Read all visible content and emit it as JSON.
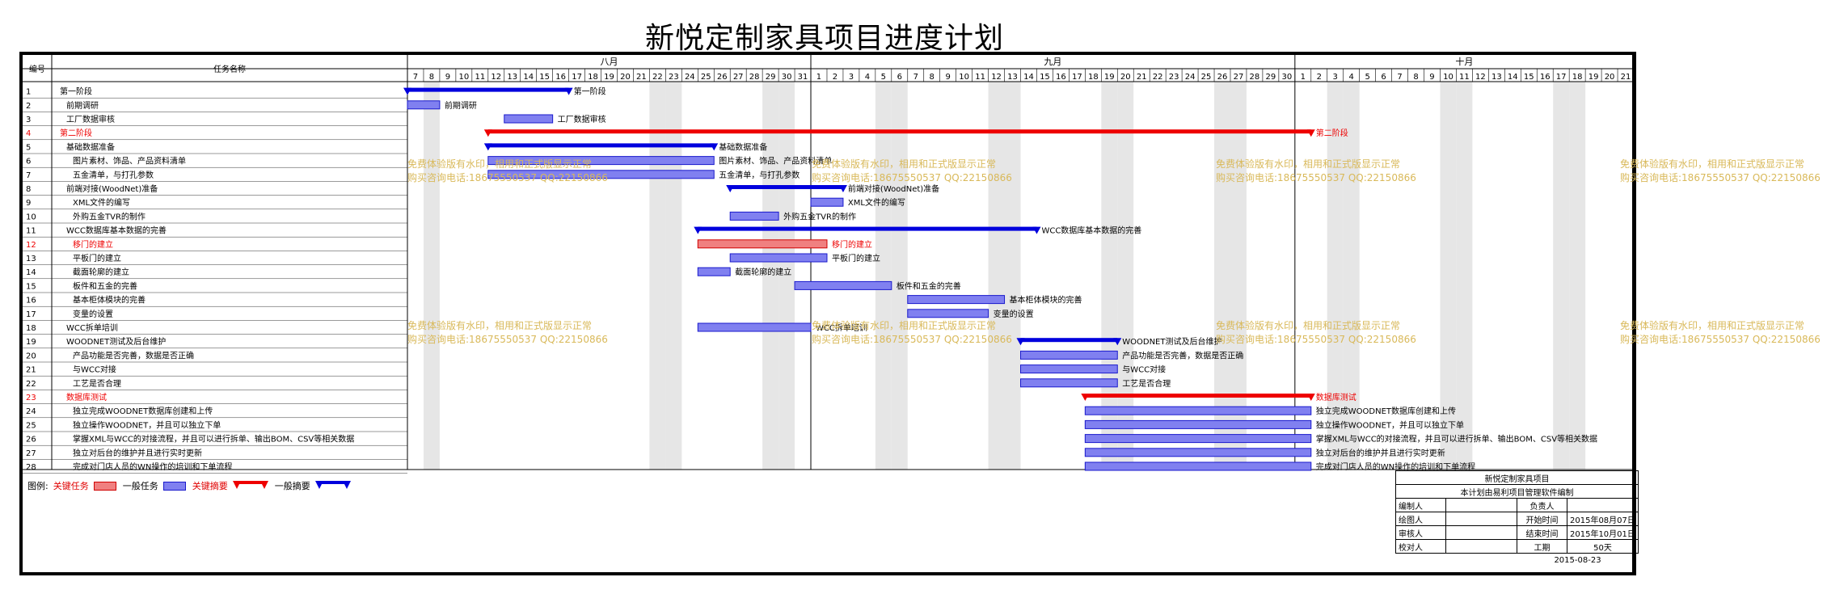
{
  "title": "新悦定制家具项目进度计划",
  "columns": {
    "id": "编号",
    "name": "任务名称"
  },
  "months": [
    {
      "label": "八月",
      "start": 7,
      "end": 31,
      "weekends": [
        8,
        22,
        23,
        29,
        30
      ]
    },
    {
      "label": "九月",
      "start": 1,
      "end": 30,
      "weekends": [
        5,
        6,
        12,
        13,
        19,
        20,
        26,
        27
      ]
    },
    {
      "label": "十月",
      "start": 1,
      "end": 21,
      "weekends": [
        3,
        4,
        10,
        11,
        17,
        18
      ]
    }
  ],
  "watermark": {
    "line1": "免费体验版有水印，相用和正式版显示正常",
    "line2": "购买咨询电话:18675550537 QQ:22150866"
  },
  "chart_data": {
    "type": "gantt",
    "title": "新悦定制家具项目进度计划",
    "date_range": [
      "2015-08-07",
      "2015-10-21"
    ],
    "tasks": [
      {
        "id": "1",
        "name": "第一阶段",
        "indent": 0,
        "kind": "summary",
        "critical": false,
        "start": "2015-08-07",
        "end": "2015-08-16"
      },
      {
        "id": "2",
        "name": "前期调研",
        "indent": 1,
        "kind": "task",
        "critical": false,
        "start": "2015-08-07",
        "end": "2015-08-08"
      },
      {
        "id": "3",
        "name": "工厂数据审核",
        "indent": 1,
        "kind": "task",
        "critical": false,
        "start": "2015-08-13",
        "end": "2015-08-15"
      },
      {
        "id": "4",
        "name": "第二阶段",
        "indent": 0,
        "kind": "summary",
        "critical": true,
        "start": "2015-08-12",
        "end": "2015-10-01"
      },
      {
        "id": "5",
        "name": "基础数据准备",
        "indent": 1,
        "kind": "summary",
        "critical": false,
        "start": "2015-08-12",
        "end": "2015-08-25"
      },
      {
        "id": "6",
        "name": "图片素材、饰品、产品资料清单",
        "indent": 2,
        "kind": "task",
        "critical": false,
        "start": "2015-08-12",
        "end": "2015-08-25"
      },
      {
        "id": "7",
        "name": "五金清单，与打孔参数",
        "indent": 2,
        "kind": "task",
        "critical": false,
        "start": "2015-08-12",
        "end": "2015-08-25"
      },
      {
        "id": "8",
        "name": "前端对接(WoodNet)准备",
        "indent": 1,
        "kind": "summary",
        "critical": false,
        "start": "2015-08-27",
        "end": "2015-09-02"
      },
      {
        "id": "9",
        "name": "XML文件的编写",
        "indent": 2,
        "kind": "task",
        "critical": false,
        "start": "2015-09-01",
        "end": "2015-09-02"
      },
      {
        "id": "10",
        "name": "外购五金TVR的制作",
        "indent": 2,
        "kind": "task",
        "critical": false,
        "start": "2015-08-27",
        "end": "2015-08-29"
      },
      {
        "id": "11",
        "name": "WCC数据库基本数据的完善",
        "indent": 1,
        "kind": "summary",
        "critical": false,
        "start": "2015-08-25",
        "end": "2015-09-14"
      },
      {
        "id": "12",
        "name": "移门的建立",
        "indent": 2,
        "kind": "task",
        "critical": true,
        "start": "2015-08-25",
        "end": "2015-09-01"
      },
      {
        "id": "13",
        "name": "平板门的建立",
        "indent": 2,
        "kind": "task",
        "critical": false,
        "start": "2015-08-27",
        "end": "2015-09-01"
      },
      {
        "id": "14",
        "name": "截面轮廓的建立",
        "indent": 2,
        "kind": "task",
        "critical": false,
        "start": "2015-08-25",
        "end": "2015-08-26"
      },
      {
        "id": "15",
        "name": "板件和五金的完善",
        "indent": 2,
        "kind": "task",
        "critical": false,
        "start": "2015-08-31",
        "end": "2015-09-05"
      },
      {
        "id": "16",
        "name": "基本柜体模块的完善",
        "indent": 2,
        "kind": "task",
        "critical": false,
        "start": "2015-09-07",
        "end": "2015-09-12"
      },
      {
        "id": "17",
        "name": "变量的设置",
        "indent": 2,
        "kind": "task",
        "critical": false,
        "start": "2015-09-07",
        "end": "2015-09-11"
      },
      {
        "id": "18",
        "name": "WCC拆单培训",
        "indent": 1,
        "kind": "task",
        "critical": false,
        "start": "2015-08-25",
        "end": "2015-08-31"
      },
      {
        "id": "19",
        "name": "WOODNET测试及后台维护",
        "indent": 1,
        "kind": "summary",
        "critical": false,
        "start": "2015-09-14",
        "end": "2015-09-19"
      },
      {
        "id": "20",
        "name": "产品功能是否完善，数据是否正确",
        "indent": 2,
        "kind": "task",
        "critical": false,
        "start": "2015-09-14",
        "end": "2015-09-19"
      },
      {
        "id": "21",
        "name": "与WCC对接",
        "indent": 2,
        "kind": "task",
        "critical": false,
        "start": "2015-09-14",
        "end": "2015-09-19"
      },
      {
        "id": "22",
        "name": "工艺是否合理",
        "indent": 2,
        "kind": "task",
        "critical": false,
        "start": "2015-09-14",
        "end": "2015-09-19"
      },
      {
        "id": "23",
        "name": "数据库测试",
        "indent": 1,
        "kind": "summary",
        "critical": true,
        "start": "2015-09-18",
        "end": "2015-10-01"
      },
      {
        "id": "24",
        "name": "独立完成WOODNET数据库创建和上传",
        "indent": 2,
        "kind": "task",
        "critical": false,
        "start": "2015-09-18",
        "end": "2015-10-01"
      },
      {
        "id": "25",
        "name": "独立操作WOODNET，并且可以独立下单",
        "indent": 2,
        "kind": "task",
        "critical": false,
        "start": "2015-09-18",
        "end": "2015-10-01"
      },
      {
        "id": "26",
        "name": "掌握XML与WCC的对接流程，并且可以进行拆单、输出BOM、CSV等相关数据",
        "indent": 2,
        "kind": "task",
        "critical": false,
        "start": "2015-09-18",
        "end": "2015-10-01"
      },
      {
        "id": "27",
        "name": "独立对后台的维护并且进行实时更新",
        "indent": 2,
        "kind": "task",
        "critical": false,
        "start": "2015-09-18",
        "end": "2015-10-01"
      },
      {
        "id": "28",
        "name": "完成对门店人员的WN操作的培训和下单流程",
        "indent": 2,
        "kind": "task",
        "critical": false,
        "start": "2015-09-18",
        "end": "2015-10-01"
      }
    ]
  },
  "legend": {
    "label": "图例:",
    "critical_task": "关键任务",
    "normal_task": "一般任务",
    "critical_summary": "关键摘要",
    "normal_summary": "一般摘要"
  },
  "title_block": {
    "project": "新悦定制家具项目",
    "software": "本计划由易利项目管理软件编制",
    "rows": [
      {
        "k1": "编制人",
        "v1": "",
        "k2": "负责人",
        "v2": ""
      },
      {
        "k1": "绘图人",
        "v1": "",
        "k2": "开始时间",
        "v2": "2015年08月07日"
      },
      {
        "k1": "审核人",
        "v1": "",
        "k2": "结束时间",
        "v2": "2015年10月01日"
      },
      {
        "k1": "校对人",
        "v1": "",
        "k2": "工期",
        "v2": "50天"
      }
    ],
    "date": "2015-08-23"
  },
  "colors": {
    "critical_summary": "#ee0000",
    "normal_summary": "#0000dd",
    "critical_bar": "#f08080",
    "normal_bar": "#8080f0",
    "weekend": "#e6e6e6",
    "watermark": "#d9b95a",
    "critical_text": "#ee0000"
  }
}
